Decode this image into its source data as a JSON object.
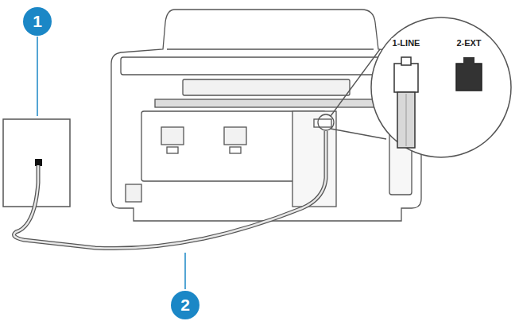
{
  "diagram": {
    "labels": [
      "1",
      "2",
      "1-LINE",
      "2-EXT"
    ]
  }
}
